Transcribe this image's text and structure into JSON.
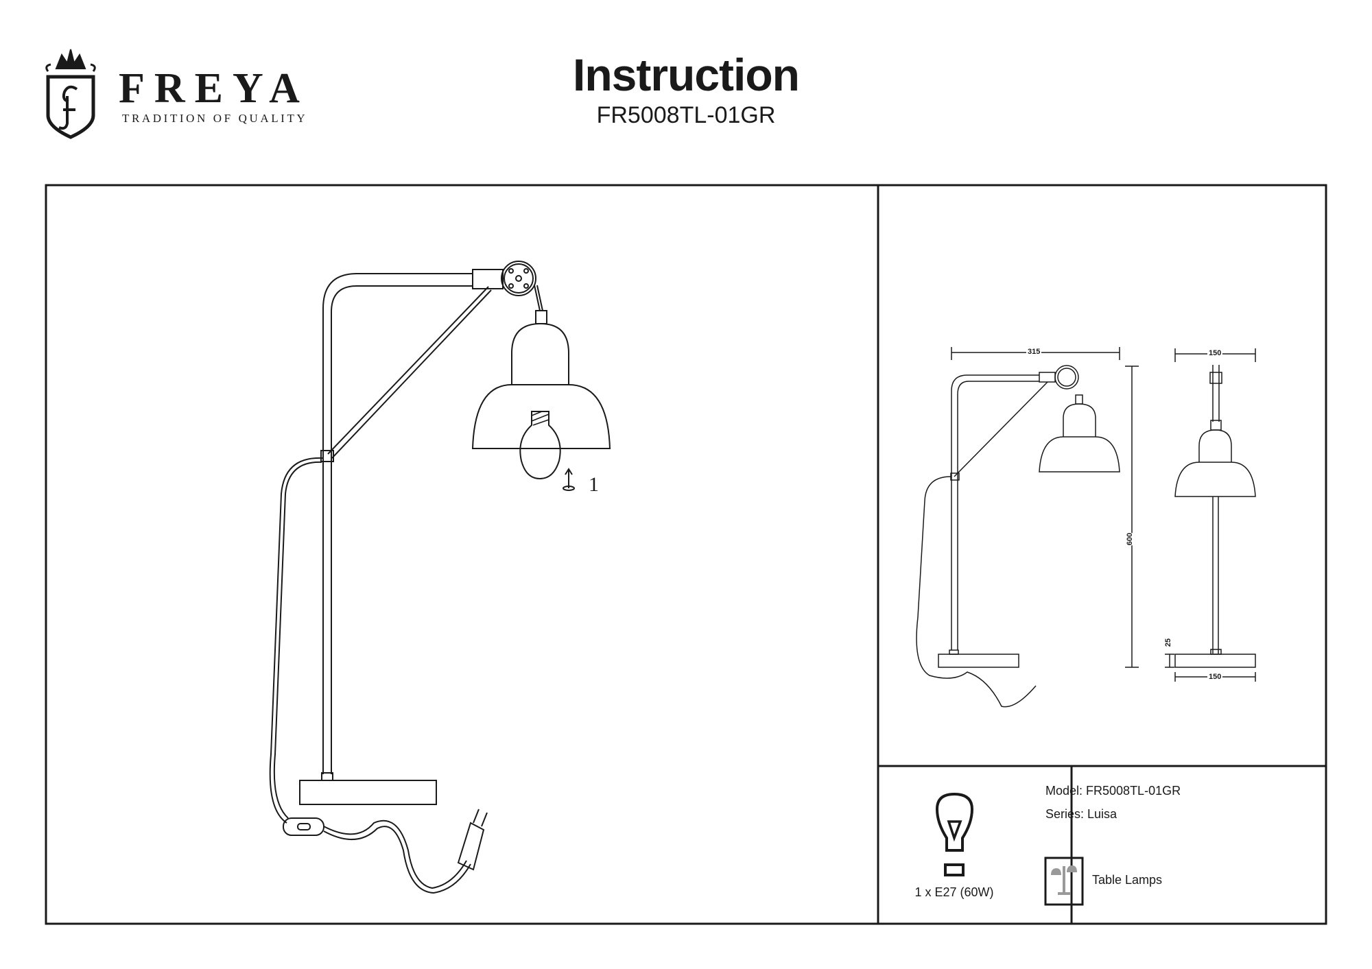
{
  "header": {
    "brand": "FREYA",
    "tagline": "TRADITION OF QUALITY",
    "title": "Instruction",
    "model_code": "FR5008TL-01GR"
  },
  "assembly": {
    "step_label": "1"
  },
  "dimensions": {
    "width_side": "315",
    "height": "600",
    "width_front": "150",
    "base_height": "25",
    "base_width": "150"
  },
  "specs": {
    "bulb": "1 x E27 (60W)",
    "model": "Model: FR5008TL-01GR",
    "series": "Series: Luisa",
    "category": "Table Lamps"
  }
}
